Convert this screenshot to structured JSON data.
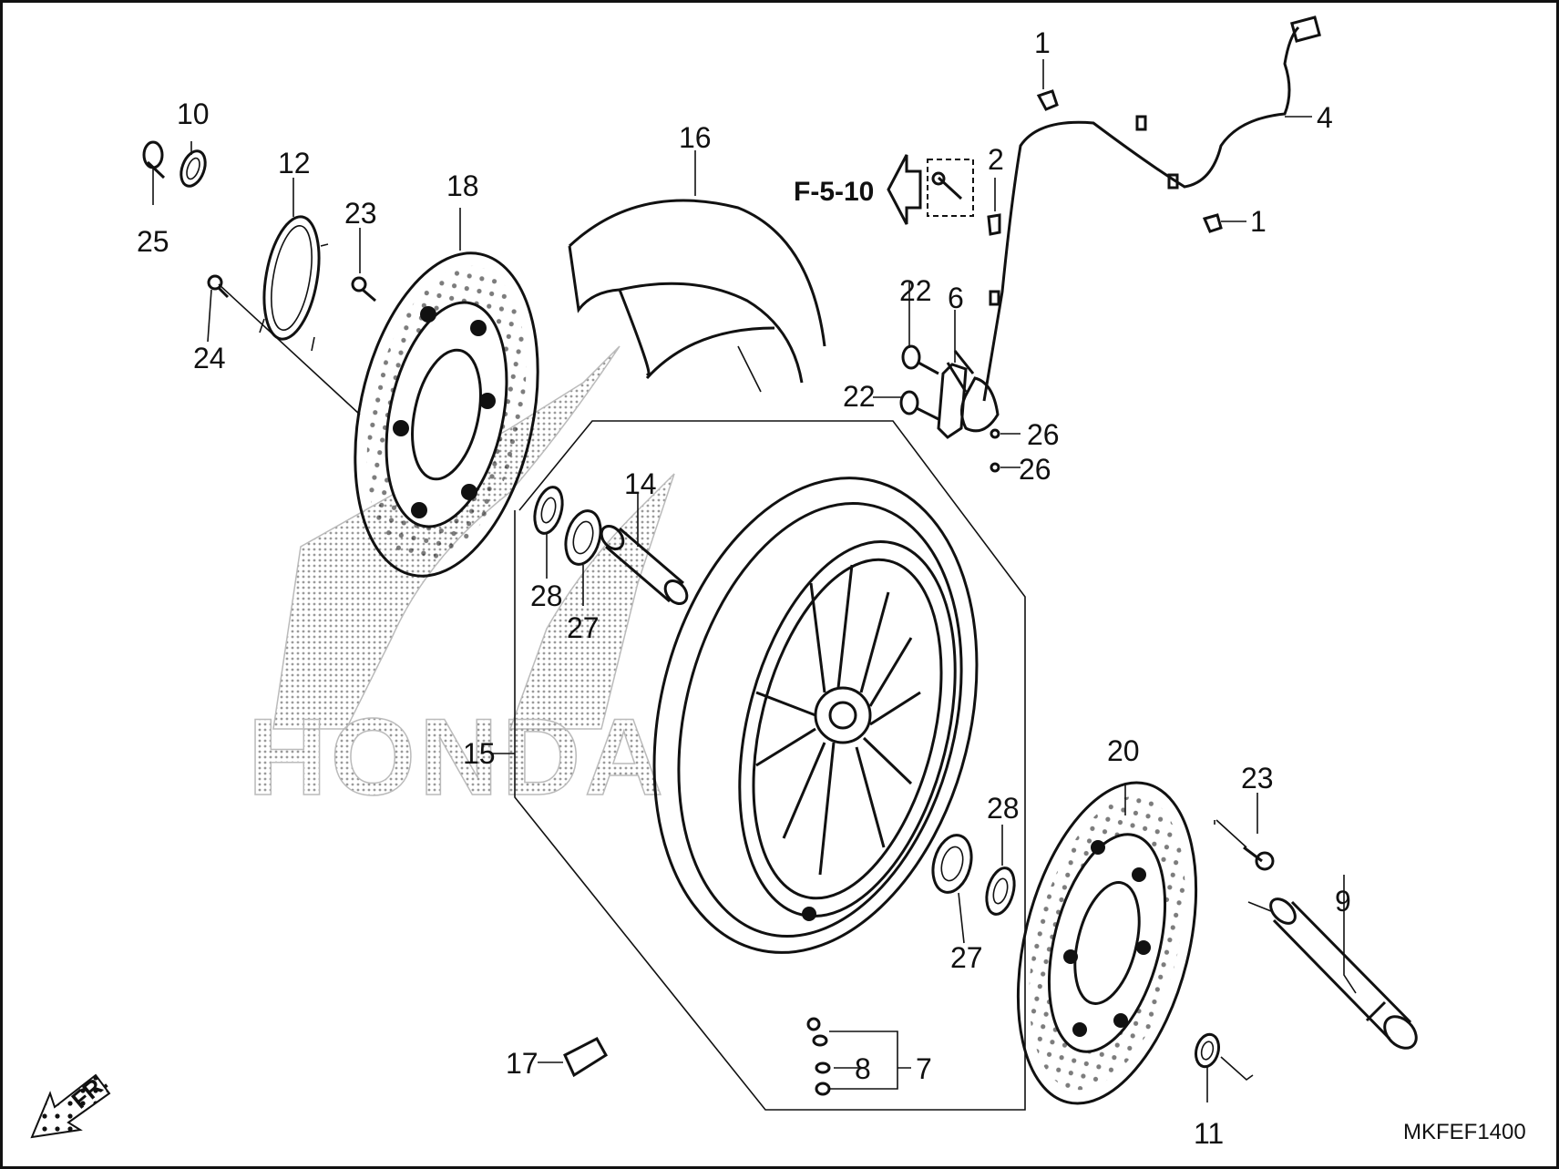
{
  "diagram": {
    "code": "MKFEF1400",
    "reference": "F-5-10",
    "direction_label": "FR.",
    "watermark": "HONDA",
    "callouts": [
      {
        "id": "c1a",
        "text": "1"
      },
      {
        "id": "c1b",
        "text": "1"
      },
      {
        "id": "c2",
        "text": "2"
      },
      {
        "id": "c4",
        "text": "4"
      },
      {
        "id": "c6",
        "text": "6"
      },
      {
        "id": "c7",
        "text": "7"
      },
      {
        "id": "c8",
        "text": "8"
      },
      {
        "id": "c9",
        "text": "9"
      },
      {
        "id": "c10",
        "text": "10"
      },
      {
        "id": "c11",
        "text": "11"
      },
      {
        "id": "c12",
        "text": "12"
      },
      {
        "id": "c14",
        "text": "14"
      },
      {
        "id": "c15",
        "text": "15"
      },
      {
        "id": "c16",
        "text": "16"
      },
      {
        "id": "c17",
        "text": "17"
      },
      {
        "id": "c18",
        "text": "18"
      },
      {
        "id": "c20",
        "text": "20"
      },
      {
        "id": "c22a",
        "text": "22"
      },
      {
        "id": "c22b",
        "text": "22"
      },
      {
        "id": "c23a",
        "text": "23"
      },
      {
        "id": "c23b",
        "text": "23"
      },
      {
        "id": "c24",
        "text": "24"
      },
      {
        "id": "c25",
        "text": "25"
      },
      {
        "id": "c26a",
        "text": "26"
      },
      {
        "id": "c26b",
        "text": "26"
      },
      {
        "id": "c27a",
        "text": "27"
      },
      {
        "id": "c27b",
        "text": "27"
      },
      {
        "id": "c28a",
        "text": "28"
      },
      {
        "id": "c28b",
        "text": "28"
      }
    ]
  }
}
